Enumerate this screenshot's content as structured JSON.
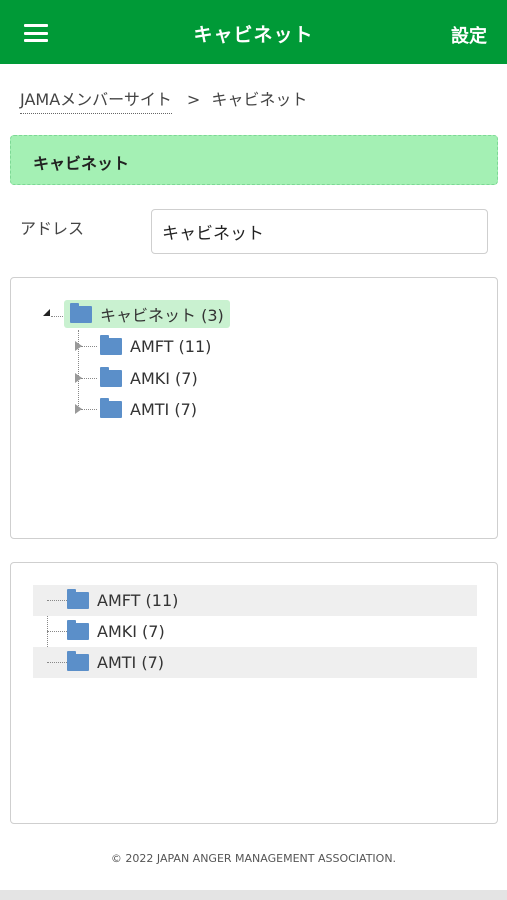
{
  "header": {
    "title": "キャビネット",
    "settings_label": "設定"
  },
  "breadcrumb": {
    "home": "JAMAメンバーサイト",
    "separator": ">",
    "current": "キャビネット"
  },
  "section": {
    "title": "キャビネット"
  },
  "address": {
    "label": "アドレス",
    "value": "キャビネット"
  },
  "tree": {
    "root": "キャビネット (3)",
    "children": [
      "AMFT (11)",
      "AMKI (7)",
      "AMTI (7)"
    ]
  },
  "list": {
    "items": [
      "AMFT (11)",
      "AMKI (7)",
      "AMTI (7)"
    ]
  },
  "footer": {
    "copyright": "© 2022 JAPAN ANGER MANAGEMENT ASSOCIATION."
  },
  "colors": {
    "header_bg": "#009a37",
    "section_bg": "#a4f0b4",
    "selected_node_bg": "#c9f1d0",
    "folder": "#5b8fc9"
  }
}
